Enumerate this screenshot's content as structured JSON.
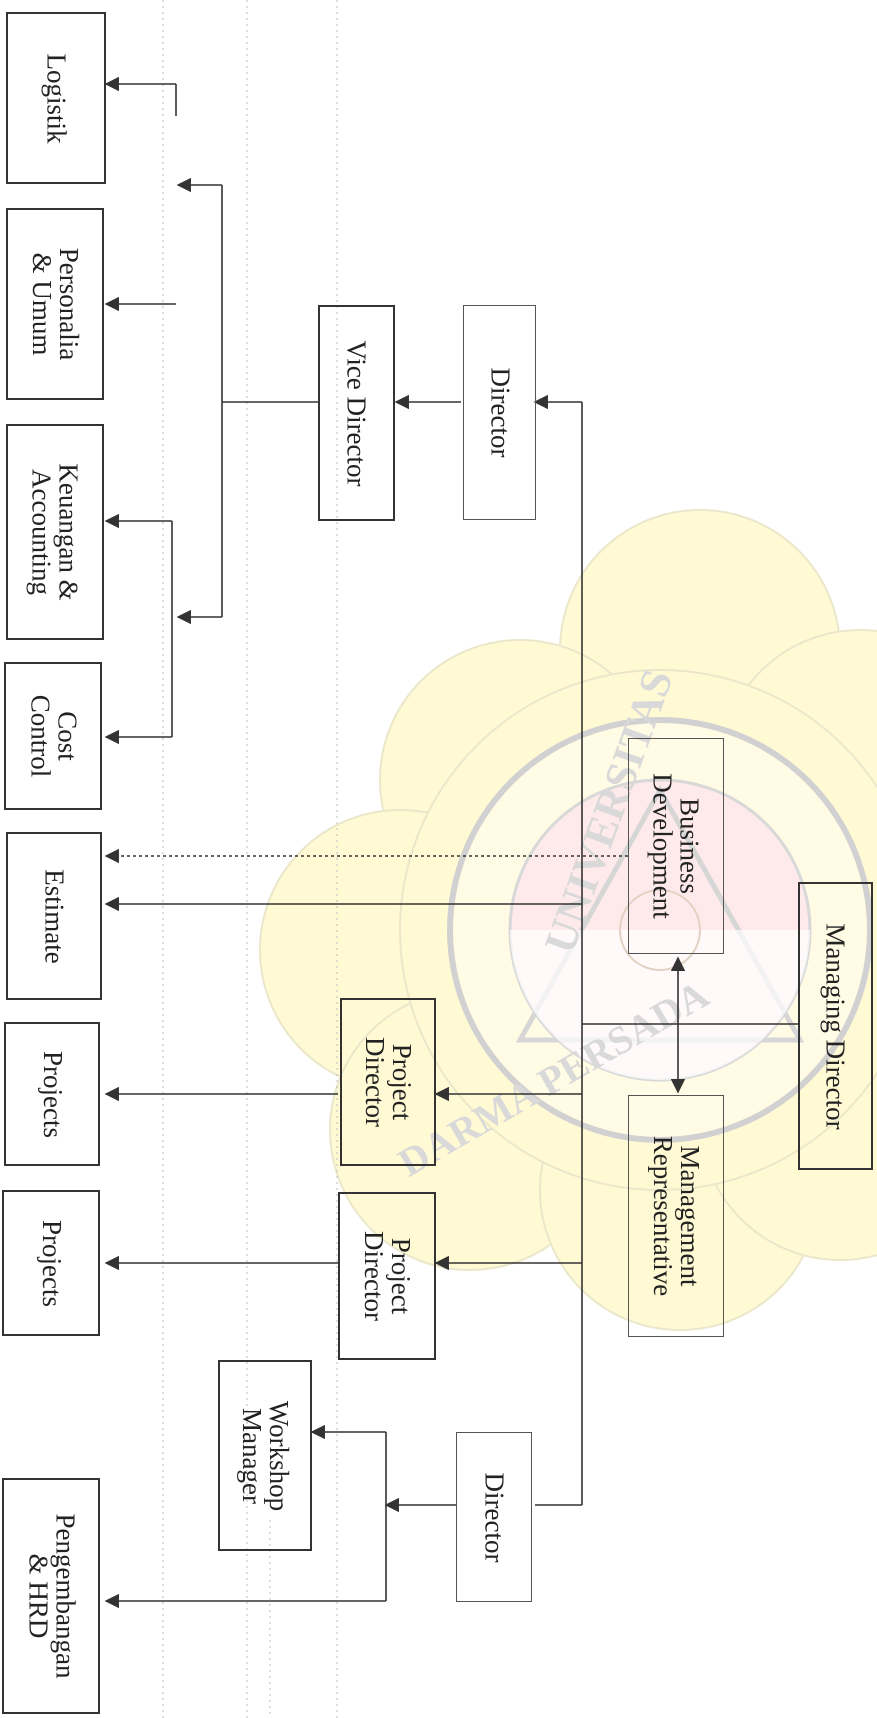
{
  "watermark": {
    "text_top": "UNIVERSITAS",
    "text_bottom": "DARMA PERSADA",
    "colors": {
      "petal": "#fffad0",
      "red": "#ffe6e6",
      "ring": "#d9d9d9"
    }
  },
  "nodes": {
    "managing_director": "Managing Director",
    "management_representative": "Management\nRepresentative",
    "business_development": "Business\nDevelopment",
    "director_top": "Director",
    "director_bottom": "Director",
    "vice_director": "Vice Director",
    "project_director_1": "Project\nDirector",
    "project_director_2": "Project\nDirector",
    "workshop_manager": "Workshop\nManager",
    "logistik": "Logistik",
    "personalia_umum": "Personalia\n& Umum",
    "keuangan_accounting": "Keuangan &\nAccounting",
    "cost_control": "Cost\nControl",
    "estimate": "Estimate",
    "projects_1": "Projects",
    "projects_2": "Projects",
    "pengembangan_hrd": "Pengembangan\n& HRD"
  },
  "colors": {
    "line": "#333333",
    "dotted_guide": "#bbbbbb"
  }
}
